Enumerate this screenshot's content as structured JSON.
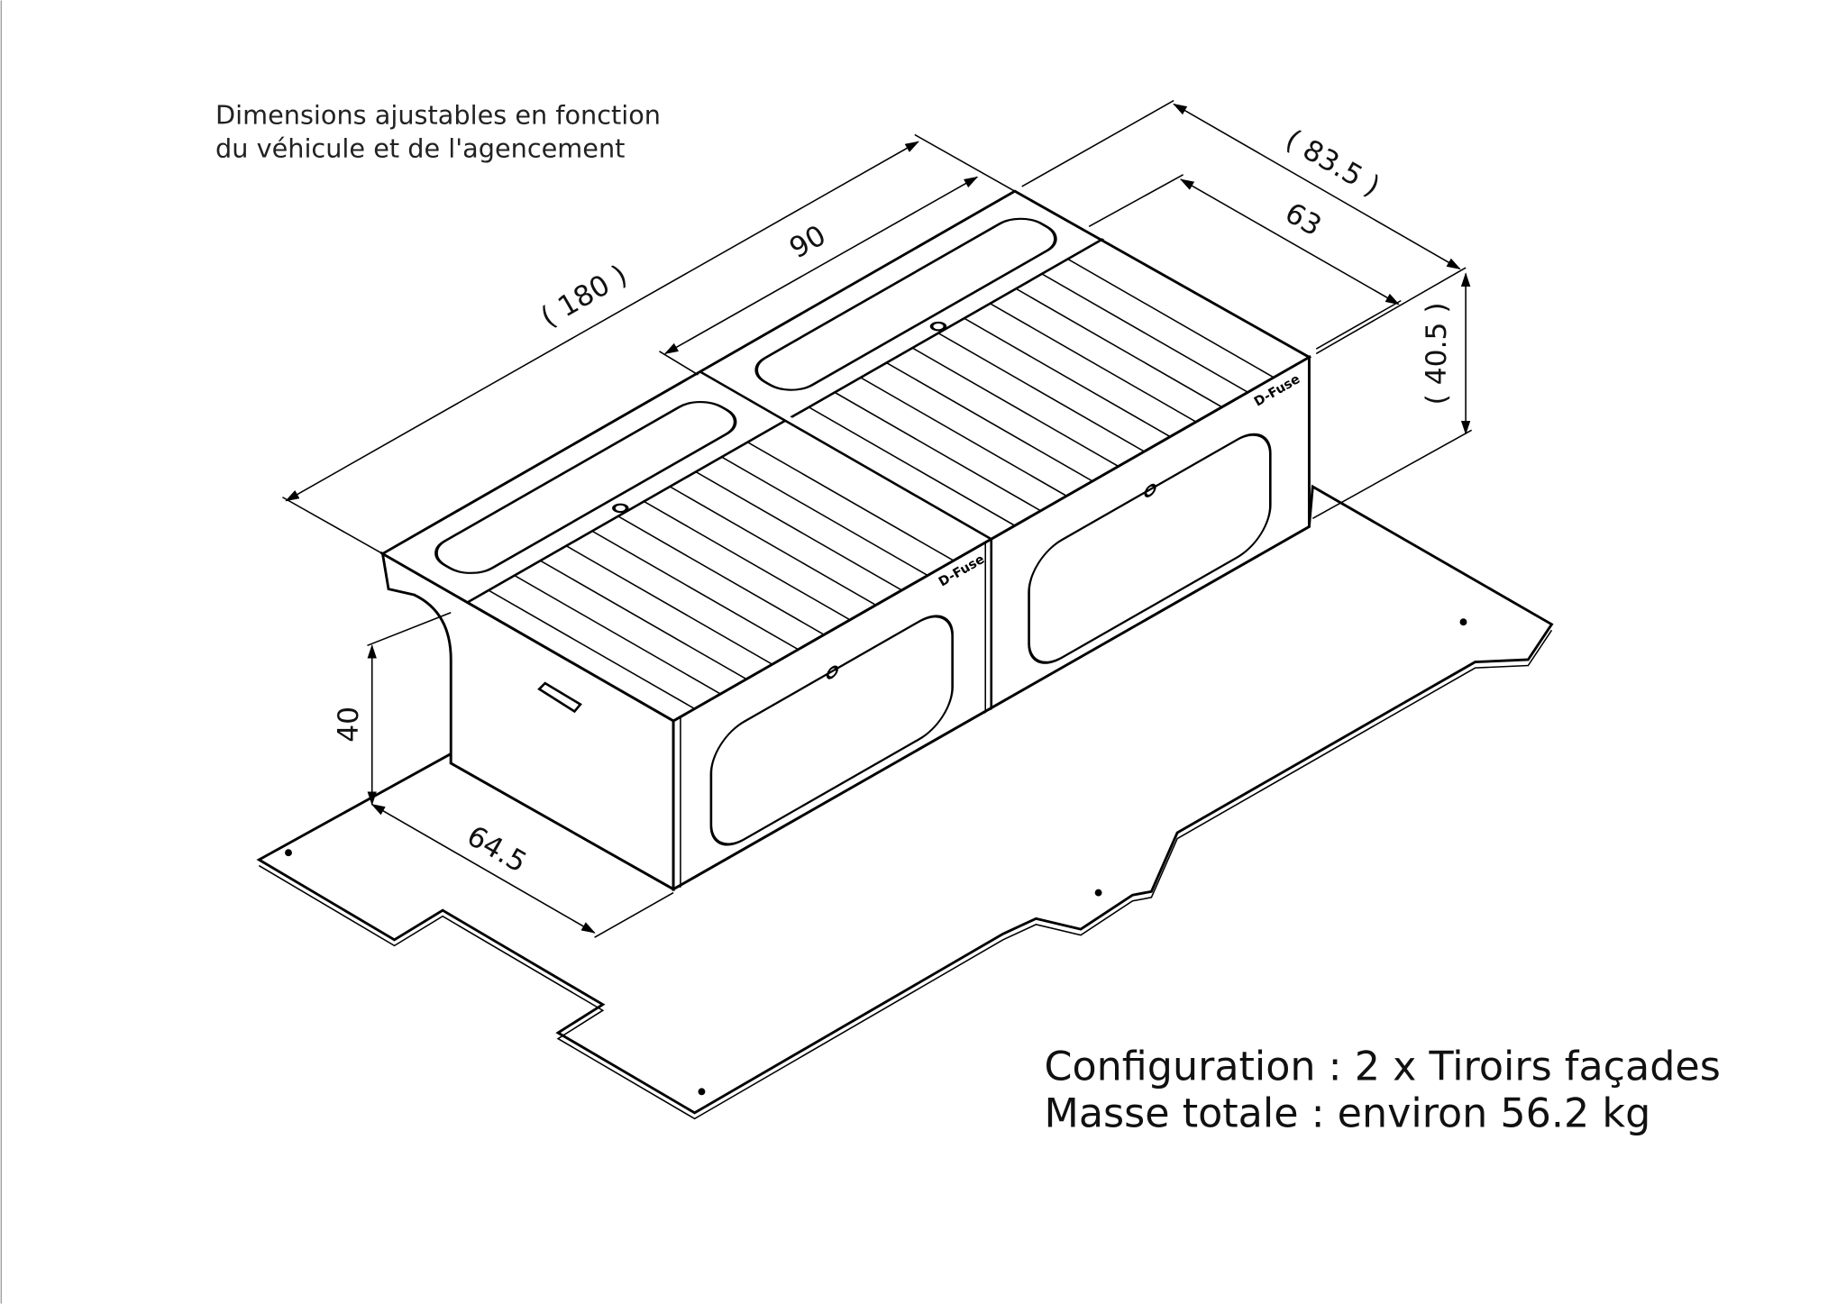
{
  "notes": {
    "line1": "Dimensions ajustables en fonction",
    "line2": "du véhicule et de l'agencement"
  },
  "specs": {
    "configuration": "Configuration : 2 x Tiroirs façades",
    "mass": "Masse totale  : environ 56.2 kg"
  },
  "dimensions": {
    "total_length": "( 180 )",
    "module_length": "90",
    "total_depth": "( 83.5 )",
    "module_depth": "63",
    "total_height": "( 40.5 )",
    "height": "40",
    "side_depth": "64.5"
  },
  "logo": "D-Fuse"
}
